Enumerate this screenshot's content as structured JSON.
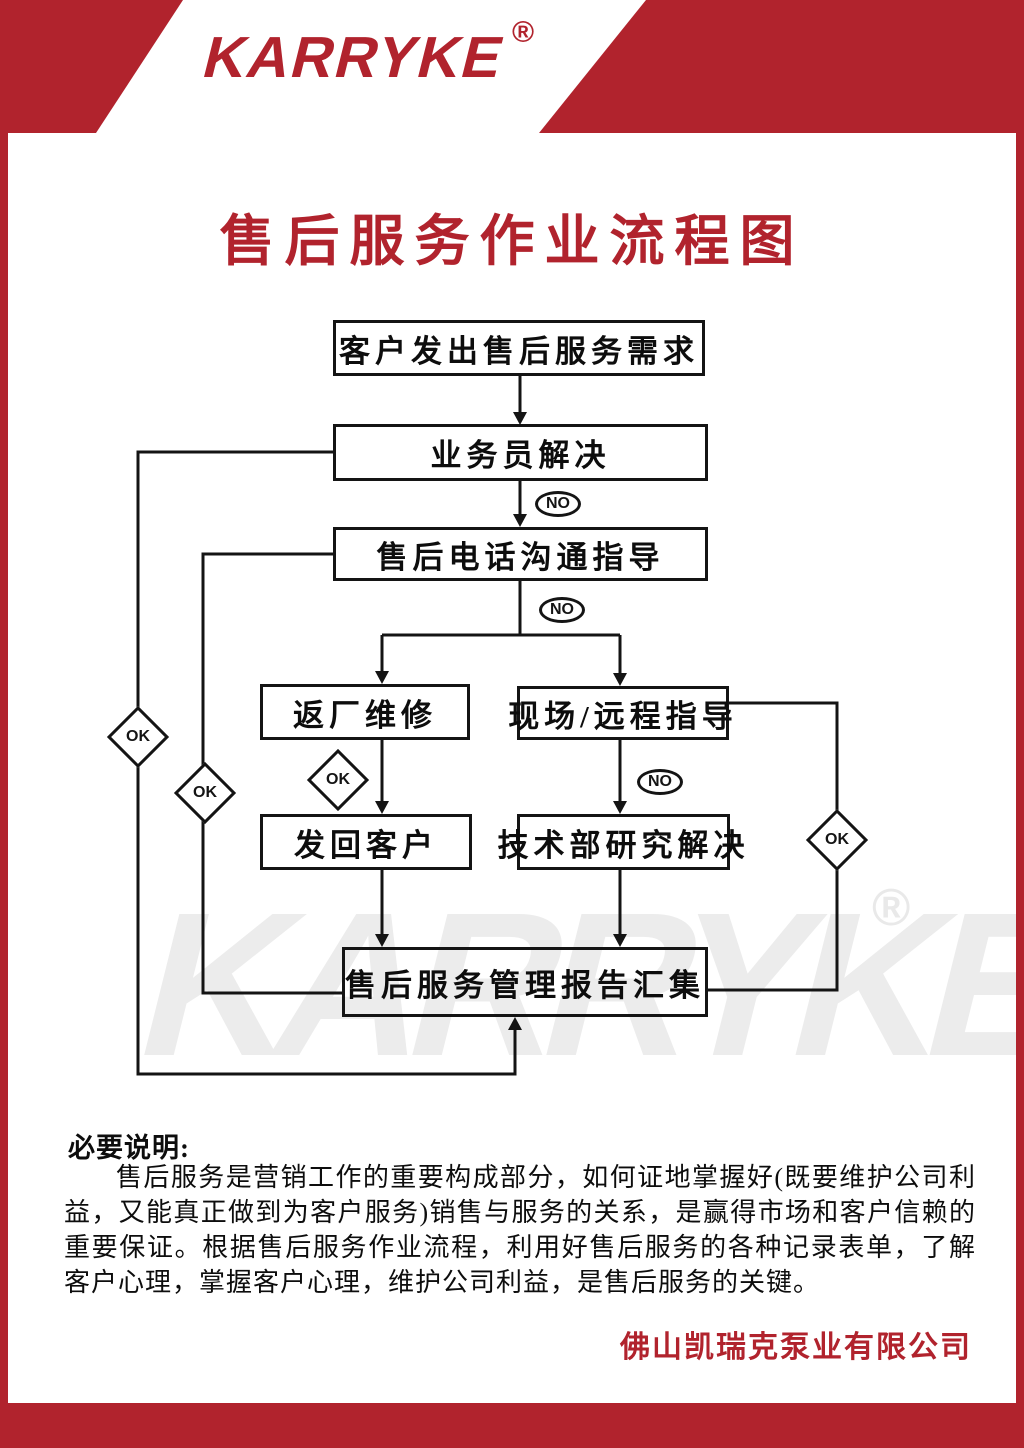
{
  "header": {
    "logo_text": "KARRYKE",
    "registered": "®"
  },
  "title": "售后服务作业流程图",
  "flow": {
    "no": "NO",
    "ok": "OK",
    "n1": "客户发出售后服务需求",
    "n2": "业务员解决",
    "n3": "售后电话沟通指导",
    "n4": "返厂维修",
    "n5": "现场/远程指导",
    "n6": "发回客户",
    "n7": "技术部研究解决",
    "n8": "售后服务管理报告汇集"
  },
  "watermark": {
    "text": "KARRYKE",
    "registered": "®"
  },
  "notes": {
    "heading": "必要说明:",
    "body": "售后服务是营销工作的重要构成部分，如何证地掌握好(既要维护公司利益，又能真正做到为客户服务)销售与服务的关系，是赢得市场和客户信赖的重要保证。根据售后服务作业流程，利用好售后服务的各种记录表单，了解客户心理，掌握客户心理，维护公司利益，是售后服务的关键。"
  },
  "footer": {
    "company": "佛山凯瑞克泵业有限公司"
  },
  "colors": {
    "brand_red": "#b1232d",
    "line_black": "#141414",
    "watermark_gray": "#ececec"
  }
}
